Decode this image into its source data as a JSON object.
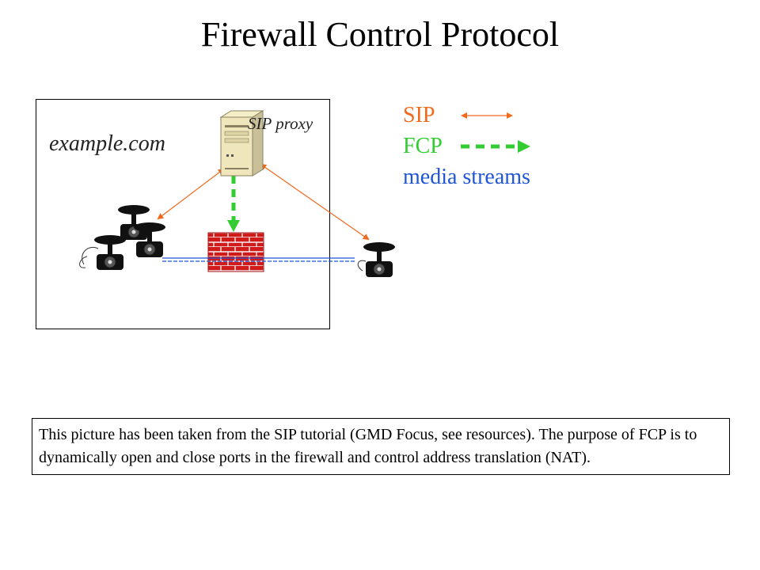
{
  "title": "Firewall Control Protocol",
  "diagram": {
    "domain_label": "example.com",
    "proxy_label": "SIP proxy",
    "legend": [
      {
        "label": "SIP",
        "color": "#f06a1e"
      },
      {
        "label": "FCP",
        "color": "#33cc33"
      },
      {
        "label": "media streams",
        "color": "#1f55d6"
      }
    ]
  },
  "caption": "This picture has been taken from the SIP tutorial (GMD Focus, see resources). The purpose of FCP is to dynamically open and close ports in the firewall and control address translation (NAT)."
}
